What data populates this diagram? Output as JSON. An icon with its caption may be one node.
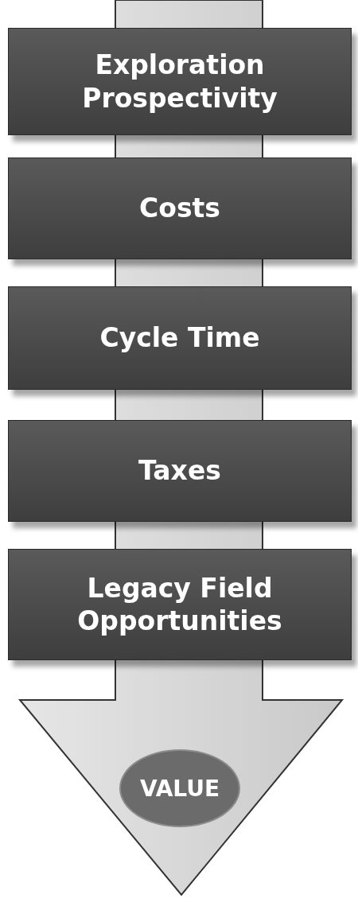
{
  "diagram": {
    "nodes": [
      {
        "text": [
          "Exploration Prospectivity"
        ]
      },
      {
        "text": [
          "Costs"
        ]
      },
      {
        "text": [
          "Cycle Time"
        ]
      },
      {
        "text": [
          "Taxes"
        ]
      },
      {
        "text": [
          "Legacy Field Opportunities"
        ]
      },
      {
        "text": [
          "VALUE"
        ]
      }
    ]
  }
}
